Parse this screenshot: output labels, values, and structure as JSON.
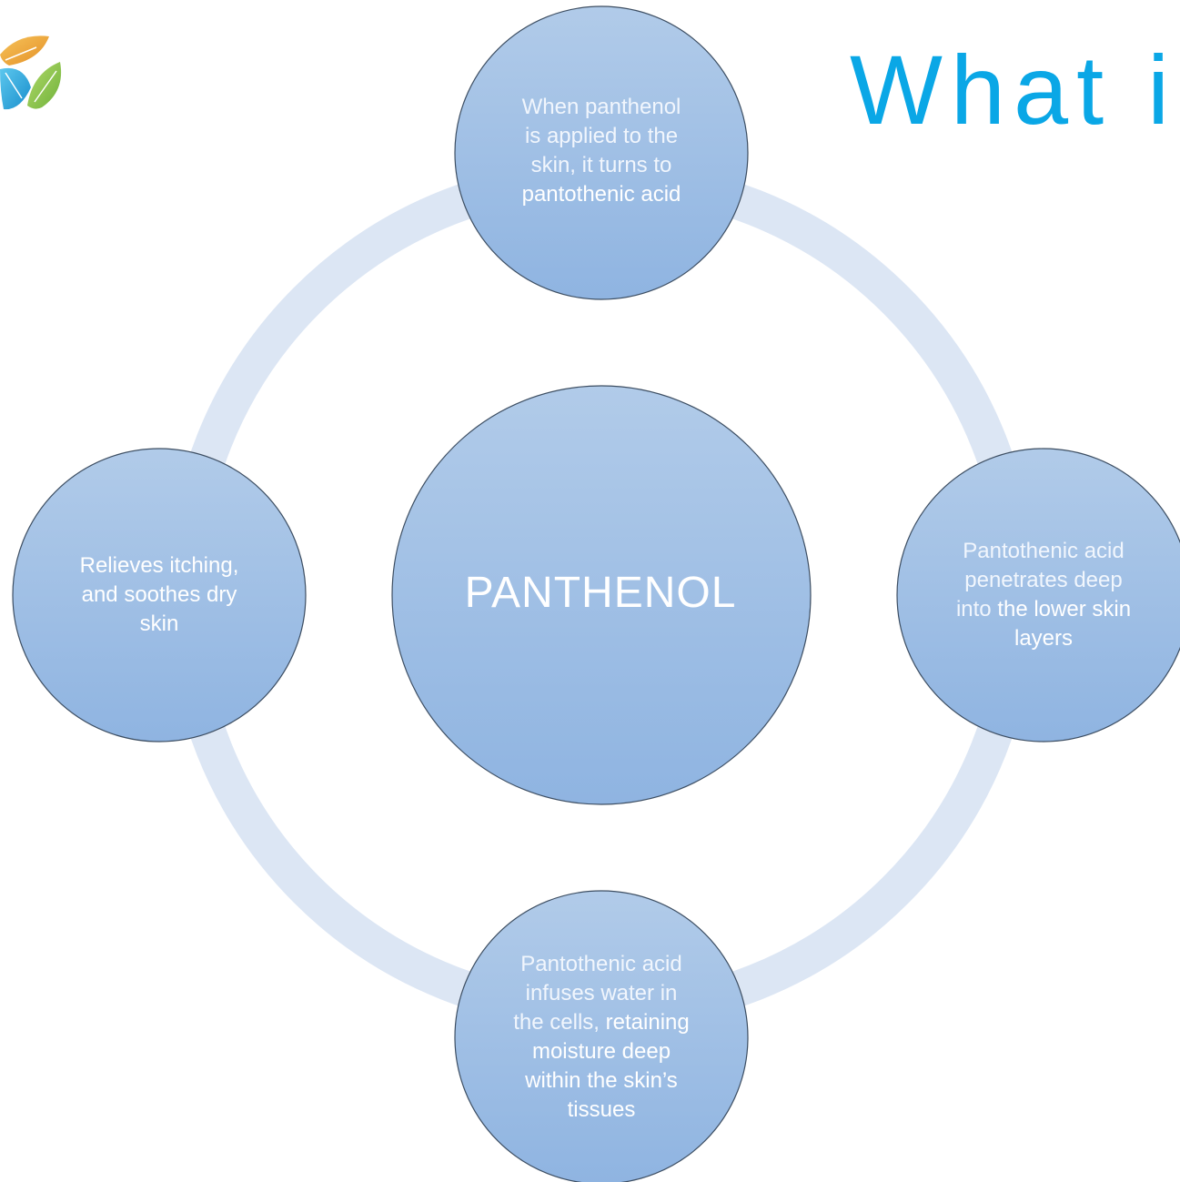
{
  "slide": {
    "title": "What is"
  },
  "logo": {
    "icon": "leaf-cluster-logo",
    "colors": [
      "#e8a23a",
      "#29a9d9",
      "#8cc63f"
    ]
  },
  "diagram": {
    "center": {
      "label": "PANTHENOL"
    },
    "nodes": {
      "top": {
        "lines": [
          {
            "text": "When panthenol",
            "emphasis": false
          },
          {
            "text": "is applied to the",
            "emphasis": false
          },
          {
            "text": "skin, it turns to",
            "emphasis": false
          },
          {
            "text": "pantothenic acid",
            "emphasis": true
          }
        ]
      },
      "right": {
        "line1": "Pantothenic acid",
        "line2": "penetrates deep",
        "line3_prefix": "into ",
        "line3_strong": "the lower skin",
        "line4": "layers"
      },
      "bottom": {
        "line1": "Pantothenic acid",
        "line2": "infuses water in",
        "line3_prefix": "the cells, ",
        "line3_strong": "retaining",
        "line4": "moisture deep",
        "line5": "within the skin’s",
        "line6": "tissues"
      },
      "left": {
        "line1": "Relieves itching,",
        "line2": "and soothes dry",
        "line3": "skin"
      }
    },
    "colors": {
      "ring": "#dce6f4",
      "node_top": "#afc9e8",
      "node_bottom": "#8fb3e0",
      "node_border": "#3d4e62",
      "title": "#0aa7e6"
    }
  }
}
